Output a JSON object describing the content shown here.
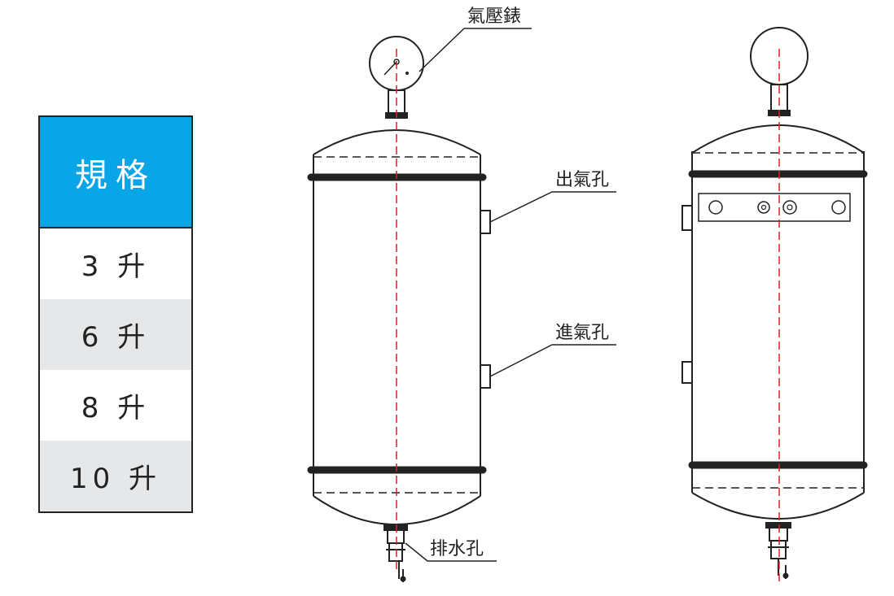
{
  "colors": {
    "header_bg": "#0aa5e6",
    "row_alt_bg": "#e6e7e8",
    "row_bg": "#ffffff",
    "centerline": "#e02020",
    "stroke": "#222222"
  },
  "spec_table": {
    "header": "規格",
    "rows": [
      "3 升",
      "6 升",
      "8 升",
      "10 升"
    ]
  },
  "labels": {
    "pressure_gauge": "氣壓錶",
    "air_outlet": "出氣孔",
    "air_inlet": "進氣孔",
    "drain": "排水孔"
  }
}
